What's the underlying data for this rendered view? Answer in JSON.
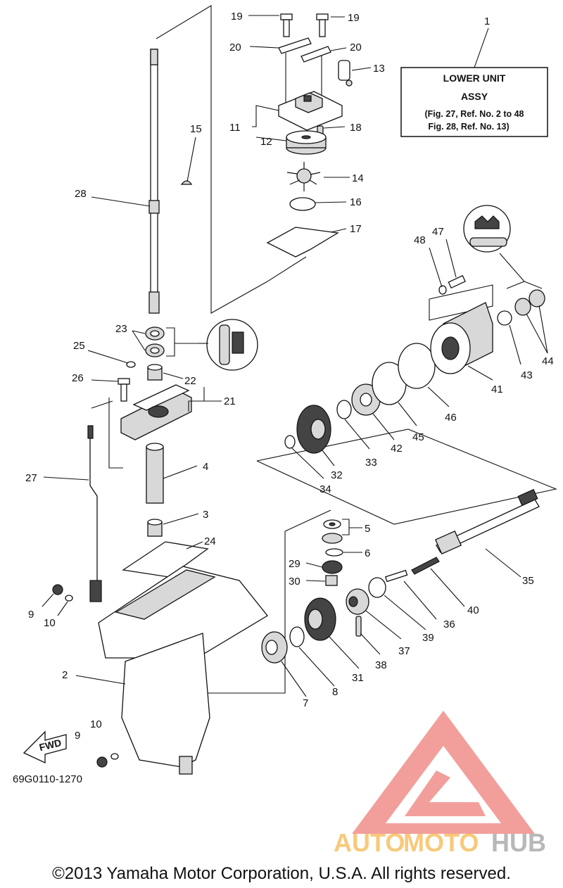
{
  "info_box": {
    "ref_number": "1",
    "title_line1": "LOWER UNIT",
    "title_line2": "ASSY",
    "ref_line1": "(Fig. 27, Ref. No. 2 to 48",
    "ref_line2": "Fig. 28, Ref. No. 13)"
  },
  "callouts": {
    "c2": "2",
    "c3": "3",
    "c4": "4",
    "c5": "5",
    "c6": "6",
    "c7": "7",
    "c8": "8",
    "c9a": "9",
    "c9b": "9",
    "c10a": "10",
    "c10b": "10",
    "c11": "11",
    "c12": "12",
    "c13": "13",
    "c14": "14",
    "c15": "15",
    "c16": "16",
    "c17": "17",
    "c18": "18",
    "c19a": "19",
    "c19b": "19",
    "c20a": "20",
    "c20b": "20",
    "c21": "21",
    "c22": "22",
    "c23": "23",
    "c24": "24",
    "c25": "25",
    "c26": "26",
    "c27": "27",
    "c28": "28",
    "c29": "29",
    "c30": "30",
    "c31": "31",
    "c32": "32",
    "c33": "33",
    "c34": "34",
    "c35": "35",
    "c36": "36",
    "c37": "37",
    "c38": "38",
    "c39": "39",
    "c40": "40",
    "c41": "41",
    "c42": "42",
    "c43": "43",
    "c44": "44",
    "c45": "45",
    "c46": "46",
    "c47": "47",
    "c48": "48"
  },
  "fwd_label": "FWD",
  "diagram_code": "69G0110-1270",
  "watermark": {
    "text_auto": "AUTO",
    "text_moto": "MOTO",
    "text_hub": "HUB",
    "color_red": "#e8524a",
    "color_orange": "#f5a623",
    "color_gray": "#8a8a8a"
  },
  "copyright": "©2013 Yamaha Motor Corporation, U.S.A. All rights reserved."
}
